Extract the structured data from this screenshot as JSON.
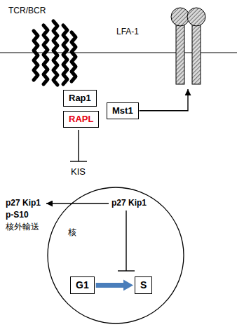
{
  "diagram": {
    "nodes": [
      {
        "text": [
          "TCR/BCR"
        ]
      },
      {
        "text": [
          "LFA-1"
        ]
      },
      {
        "text": [
          "Rap1"
        ]
      },
      {
        "text": [
          "RAPL"
        ]
      },
      {
        "text": [
          "Mst1"
        ]
      },
      {
        "text": [
          "p27 Kip1",
          "核"
        ]
      },
      {
        "text": [
          "G1"
        ],
        "in": 5
      },
      {
        "text": [
          "S"
        ],
        "in": 5
      }
    ],
    "edges": [
      {
        "from": 4,
        "to": 1,
        "arrow": "to"
      },
      {
        "from": 6,
        "to": 7,
        "arrow": "to"
      }
    ],
    "labels": [
      "KIS",
      "p27 Kip1",
      "p-S10",
      "核外輸送"
    ]
  }
}
